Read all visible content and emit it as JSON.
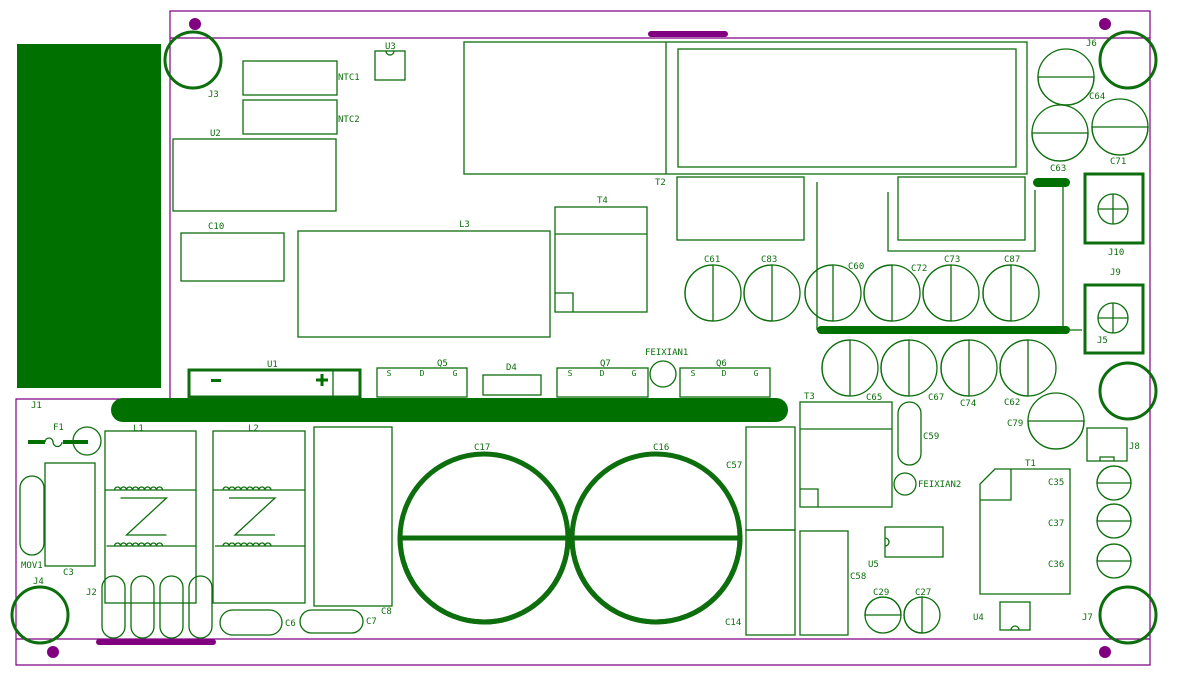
{
  "colors": {
    "copper": "#007000",
    "outline": "#0d6e0d",
    "board_edge": "#800080"
  },
  "labels": {
    "J1": "J1",
    "J2": "J2",
    "J3": "J3",
    "J4": "J4",
    "J5": "J5",
    "J6": "J6",
    "J7": "J7",
    "J8": "J8",
    "J9": "J9",
    "J10": "J10",
    "F1": "F1",
    "MOV1": "MOV1",
    "C3": "C3",
    "L1": "L1",
    "L2": "L2",
    "L3": "L3",
    "C6": "C6",
    "C7": "C7",
    "C8": "C8",
    "C10": "C10",
    "U1": "U1",
    "U2": "U2",
    "U3": "U3",
    "U4": "U4",
    "U5": "U5",
    "NTC1": "NTC1",
    "NTC2": "NTC2",
    "T1": "T1",
    "T2": "T2",
    "T3": "T3",
    "T4": "T4",
    "Q5": "Q5",
    "Q6": "Q6",
    "Q7": "Q7",
    "D4": "D4",
    "FEIXIAN1": "FEIXIAN1",
    "FEIXIAN2": "FEIXIAN2",
    "C14": "C14",
    "C16": "C16",
    "C17": "C17",
    "C27": "C27",
    "C29": "C29",
    "C35": "C35",
    "C36": "C36",
    "C37": "C37",
    "C57": "C57",
    "C58": "C58",
    "C59": "C59",
    "C60": "C60",
    "C61": "C61",
    "C62": "C62",
    "C63": "C63",
    "C64": "C64",
    "C65": "C65",
    "C67": "C67",
    "C71": "C71",
    "C72": "C72",
    "C73": "C73",
    "C74": "C74",
    "C79": "C79",
    "C83": "C83",
    "C87": "C87"
  },
  "pins": {
    "S": "S",
    "D": "D",
    "G": "G",
    "minus": "−",
    "plus": "+"
  }
}
